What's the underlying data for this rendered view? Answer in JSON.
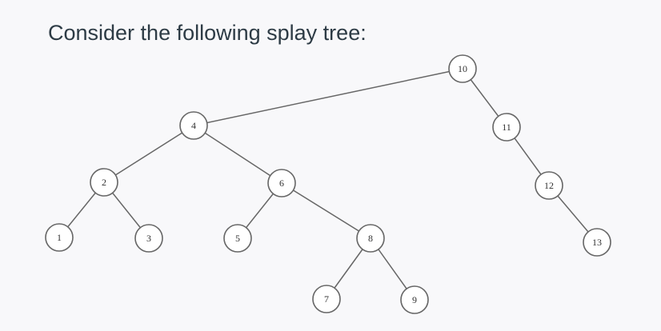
{
  "heading": "Consider the following splay tree:",
  "tree": {
    "root": "10",
    "nodes": [
      "1",
      "2",
      "3",
      "4",
      "5",
      "6",
      "7",
      "8",
      "9",
      "10",
      "11",
      "12",
      "13"
    ],
    "edges": [
      [
        "10",
        "4"
      ],
      [
        "10",
        "11"
      ],
      [
        "11",
        "12"
      ],
      [
        "12",
        "13"
      ],
      [
        "4",
        "2"
      ],
      [
        "4",
        "6"
      ],
      [
        "2",
        "1"
      ],
      [
        "2",
        "3"
      ],
      [
        "6",
        "5"
      ],
      [
        "6",
        "8"
      ],
      [
        "8",
        "7"
      ],
      [
        "8",
        "9"
      ]
    ]
  }
}
